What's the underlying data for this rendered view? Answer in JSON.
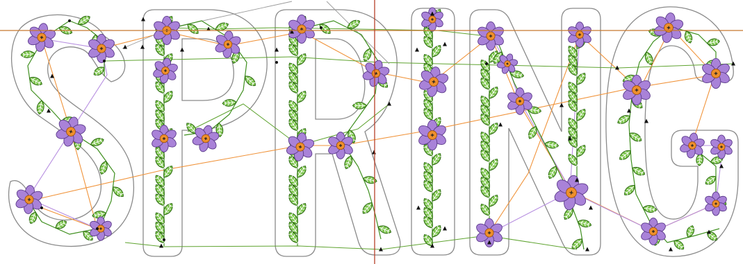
{
  "design": {
    "letters": [
      "S",
      "P",
      "R",
      "I",
      "N",
      "G"
    ],
    "colors": {
      "background": "#ffffff",
      "outline": "#8a8a8a",
      "leaf_fill": "#7fc650",
      "leaf_stroke": "#2e6b14",
      "petal_fill": "#a982d8",
      "petal_stroke": "#5b3a8a",
      "flower_center": "#ee8f2c",
      "jump_orange": "#f0933a",
      "jump_purple": "#b78fe0",
      "jump_green": "#5ea32f",
      "guide_horizontal": "#c8782d",
      "guide_vertical": "#b6402a"
    },
    "icons": [
      "flower-icon",
      "leaf-icon",
      "stitch-node-icon"
    ]
  }
}
